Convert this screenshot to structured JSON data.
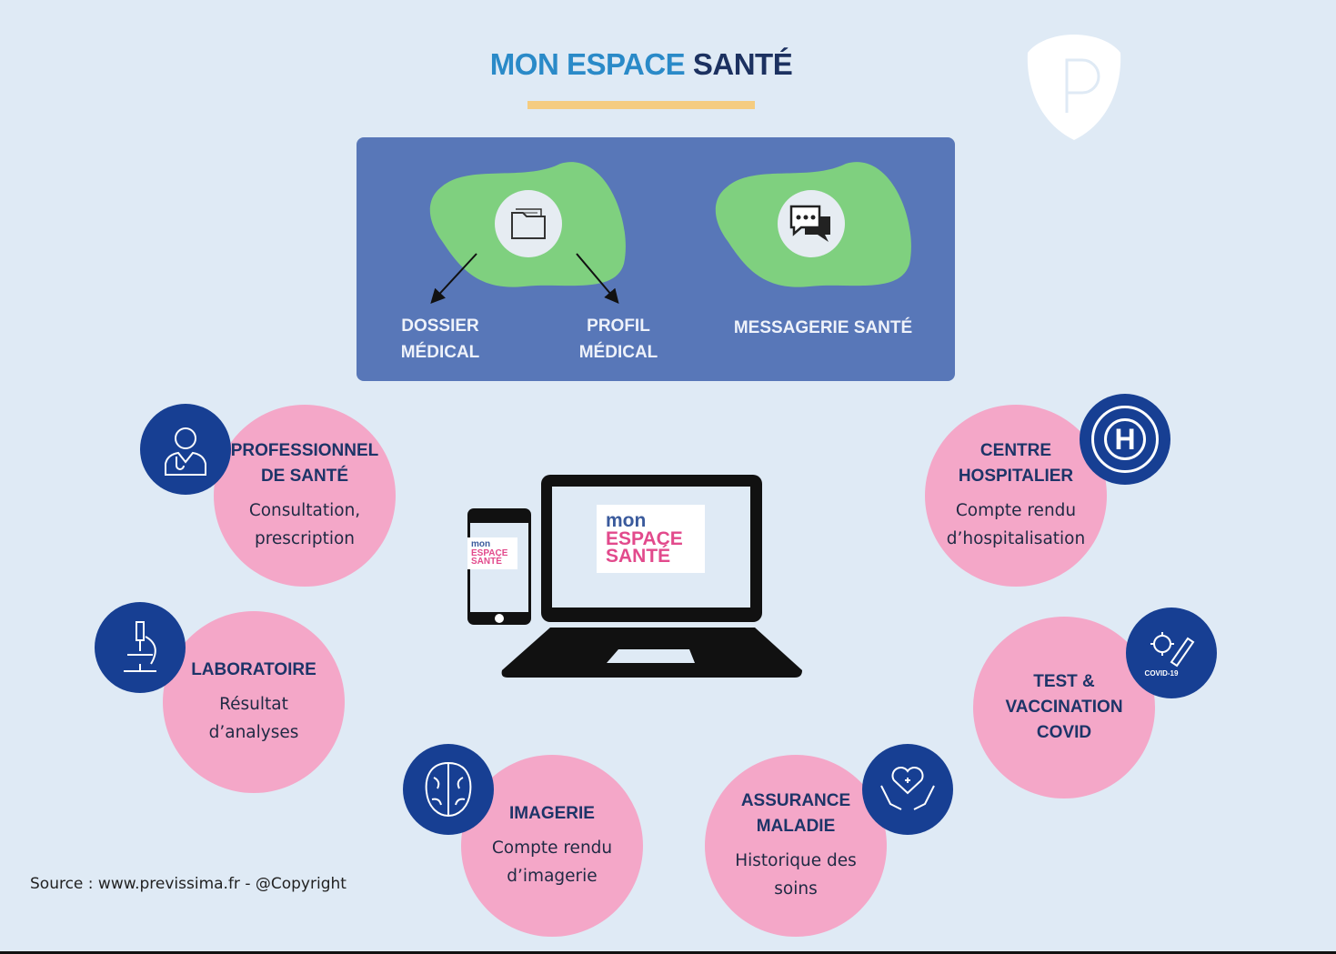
{
  "header": {
    "title_part1": "MON ESPACE",
    "title_part2": "SANTÉ",
    "watermark_letter": "P"
  },
  "panel": {
    "dossier": "DOSSIER MÉDICAL",
    "profil": "PROFIL MÉDICAL",
    "messagerie": "MESSAGERIE SANTÉ",
    "dossier_l1": "DOSSIER",
    "dossier_l2": "MÉDICAL",
    "profil_l1": "PROFIL",
    "profil_l2": "MÉDICAL"
  },
  "devices": {
    "logo_l1": "mon",
    "logo_l2": "ESPACE",
    "logo_l3": "SANTÉ"
  },
  "nodes": [
    {
      "title_l1": "PROFESSIONNEL",
      "title_l2": "DE SANTÉ",
      "desc_l1": "Consultation,",
      "desc_l2": "prescription",
      "icon": "doctor-icon"
    },
    {
      "title_l1": "LABORATOIRE",
      "title_l2": "",
      "desc_l1": "Résultat",
      "desc_l2": "d’analyses",
      "icon": "microscope-icon"
    },
    {
      "title_l1": "IMAGERIE",
      "title_l2": "",
      "desc_l1": "Compte rendu",
      "desc_l2": "d’imagerie",
      "icon": "brain-icon"
    },
    {
      "title_l1": "ASSURANCE",
      "title_l2": "MALADIE",
      "desc_l1": "Historique des",
      "desc_l2": "soins",
      "icon": "heart-hands-icon"
    },
    {
      "title_l1": "TEST &",
      "title_l2": "VACCINATION",
      "title_l3": "COVID",
      "icon": "covid-test-icon",
      "icon_label": "COVID-19"
    },
    {
      "title_l1": "CENTRE",
      "title_l2": "HOSPITALIER",
      "desc_l1": "Compte rendu",
      "desc_l2": "d’hospitalisation",
      "icon": "hospital-icon",
      "icon_label": "H"
    }
  ],
  "footer": {
    "source": "Source : www.previssima.fr - @Copyright"
  },
  "colors": {
    "background": "#dfeaf5",
    "panel": "#5877b8",
    "blob": "#7fd07f",
    "pink": "#f4a7c8",
    "icon_blue": "#173f93",
    "accent": "#f5cc80"
  }
}
